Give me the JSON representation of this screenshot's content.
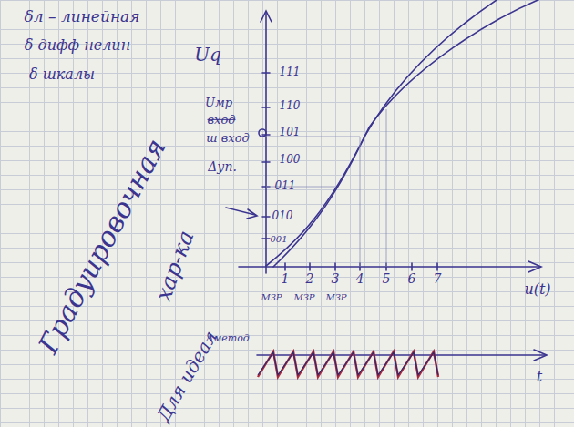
{
  "diagram": {
    "labels": [
      "δл – линейная",
      "δ дифф нелин",
      "δ шкалы",
      "Uq",
      "111",
      "110",
      "101",
      "100",
      "011",
      "010",
      "001",
      "Uмр",
      "вход",
      "ш вход",
      "Δуп.",
      "1",
      "2",
      "3",
      "4",
      "5",
      "6",
      "7",
      "u(t)",
      "МЗР",
      "МЗР",
      "МЗР",
      "Градуировочная",
      "хар-ка",
      "Δметод",
      "t",
      "Для идеал"
    ]
  }
}
